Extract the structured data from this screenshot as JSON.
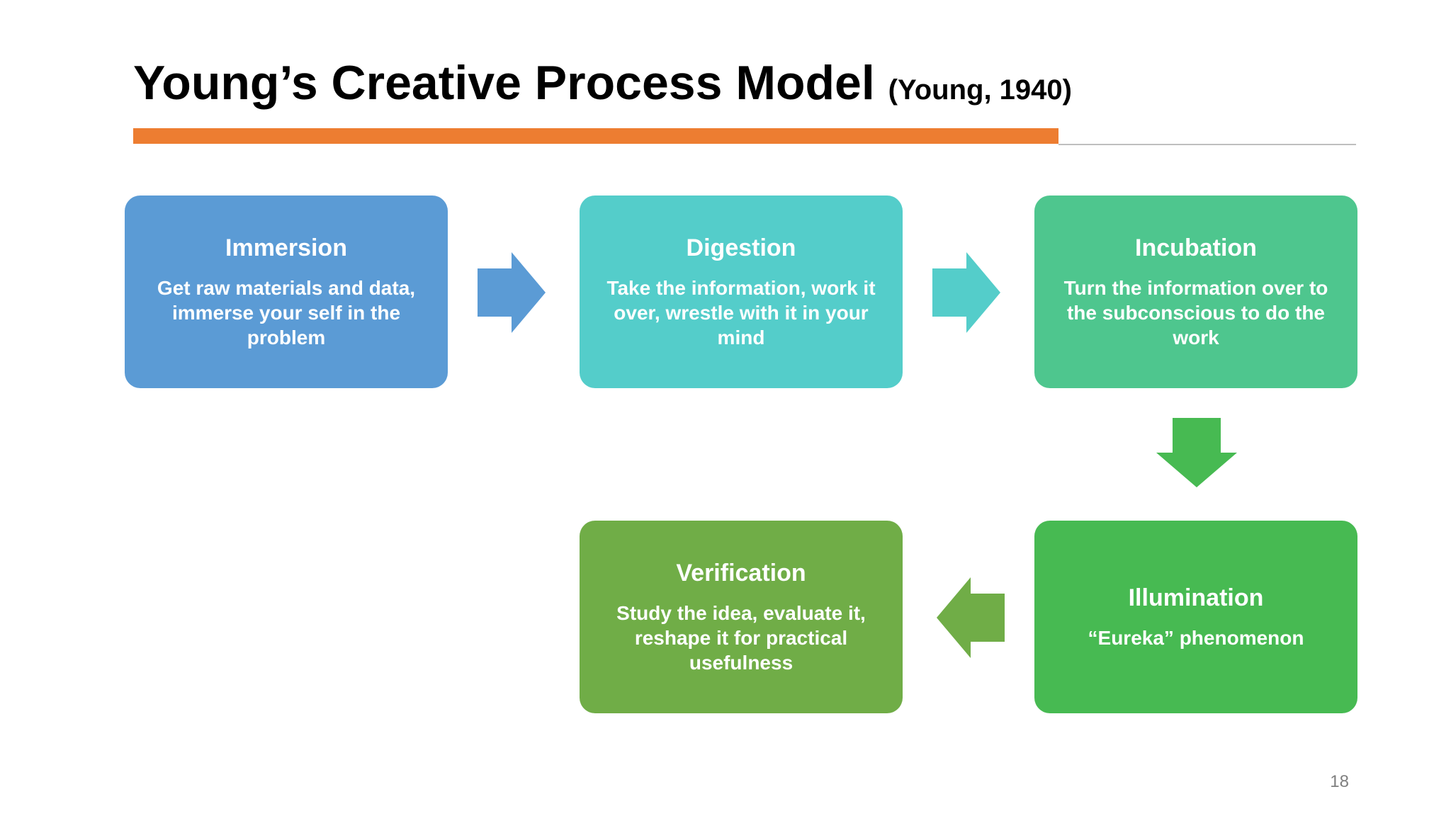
{
  "slide": {
    "title": "Young’s Creative Process Model",
    "citation": "(Young, 1940)",
    "page_number": "18",
    "colors": {
      "accent_rule": "#ED7D31",
      "divider": "#BFBFBF",
      "immersion": "#5B9BD5",
      "digestion": "#54CDCA",
      "incubation": "#4EC68E",
      "illumination": "#47BA52",
      "verification": "#70AD47"
    }
  },
  "steps": [
    {
      "title": "Immersion",
      "text": "Get raw materials and data, immerse your self in the problem"
    },
    {
      "title": "Digestion",
      "text": "Take the information, work it over, wrestle with it in your mind"
    },
    {
      "title": "Incubation",
      "text": "Turn the information over to the subconscious to do the work"
    },
    {
      "title": "Illumination",
      "text": "“Eureka” phenomenon"
    },
    {
      "title": "Verification",
      "text": "Study the idea, evaluate it, reshape it for practical usefulness"
    }
  ],
  "arrows": [
    {
      "icon": "arrow-right-icon",
      "color": "#5B9BD5"
    },
    {
      "icon": "arrow-right-icon",
      "color": "#54CDCA"
    },
    {
      "icon": "arrow-down-icon",
      "color": "#47BA52"
    },
    {
      "icon": "arrow-left-icon",
      "color": "#70AD47"
    }
  ]
}
